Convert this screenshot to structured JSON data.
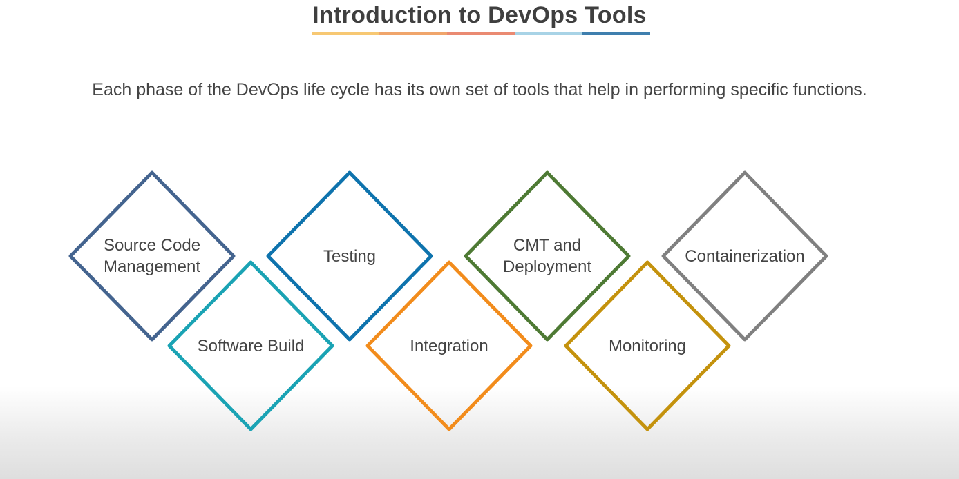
{
  "title": "Introduction to DevOps Tools",
  "subtitle": "Each phase of the DevOps life cycle has its own set of tools that help in performing specific functions.",
  "title_underline_colors": [
    "#f7c873",
    "#f0a56b",
    "#ea8a72",
    "#a8d3e6",
    "#3f7fae"
  ],
  "phases": [
    {
      "label_lines": [
        "Source Code",
        "Management"
      ],
      "color": "#44648f"
    },
    {
      "label_lines": [
        "Software Build"
      ],
      "color": "#1aa3b4"
    },
    {
      "label_lines": [
        "Testing"
      ],
      "color": "#0e73ad"
    },
    {
      "label_lines": [
        "Integration"
      ],
      "color": "#f28c1c"
    },
    {
      "label_lines": [
        "CMT and",
        "Deployment"
      ],
      "color": "#4e7a34"
    },
    {
      "label_lines": [
        "Monitoring"
      ],
      "color": "#c4920d"
    },
    {
      "label_lines": [
        "Containerization"
      ],
      "color": "#808080"
    }
  ]
}
